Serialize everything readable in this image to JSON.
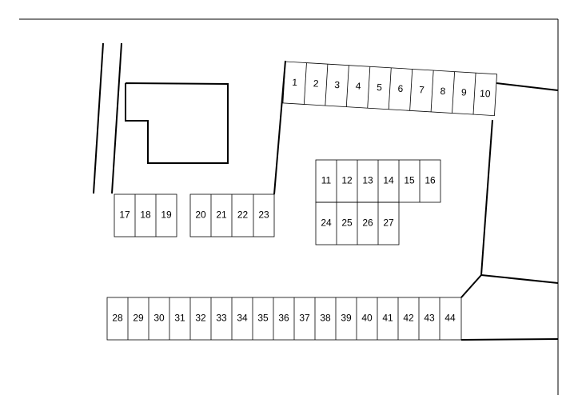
{
  "stalls": {
    "top_row": [
      "1",
      "2",
      "3",
      "4",
      "5",
      "6",
      "7",
      "8",
      "9",
      "10"
    ],
    "middle_upper": [
      "11",
      "12",
      "13",
      "14",
      "15",
      "16"
    ],
    "middle_lower": [
      "24",
      "25",
      "26",
      "27"
    ],
    "left_group": [
      "17",
      "18",
      "19"
    ],
    "center_group": [
      "20",
      "21",
      "22",
      "23"
    ],
    "bottom_row": [
      "28",
      "29",
      "30",
      "31",
      "32",
      "33",
      "34",
      "35",
      "36",
      "37",
      "38",
      "39",
      "40",
      "41",
      "42",
      "43",
      "44"
    ]
  }
}
